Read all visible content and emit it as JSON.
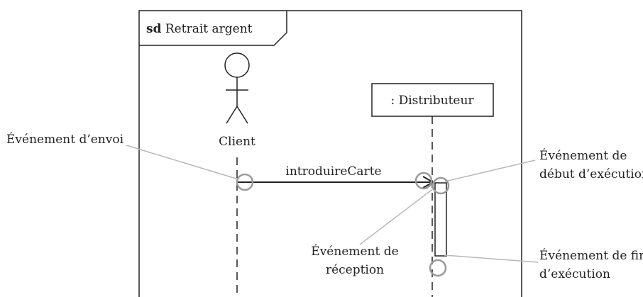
{
  "frame": {
    "keyword": "sd",
    "name": "Retrait argent"
  },
  "lifelines": {
    "client": {
      "label": "Client"
    },
    "distributeur": {
      "label": ": Distributeur"
    }
  },
  "message": {
    "label": "introduireCarte"
  },
  "annotations": {
    "send_event": "Événement d’envoi",
    "start_exec_line1": "Événement de",
    "start_exec_line2": "début d’exécution",
    "receive_line1": "Événement de",
    "receive_line2": "réception",
    "end_exec_line1": "Événement de fin",
    "end_exec_line2": "d’exécution"
  },
  "colors": {
    "ink": "#222222",
    "callout": "#b8b8b8",
    "marker": "#9a9a9a"
  }
}
